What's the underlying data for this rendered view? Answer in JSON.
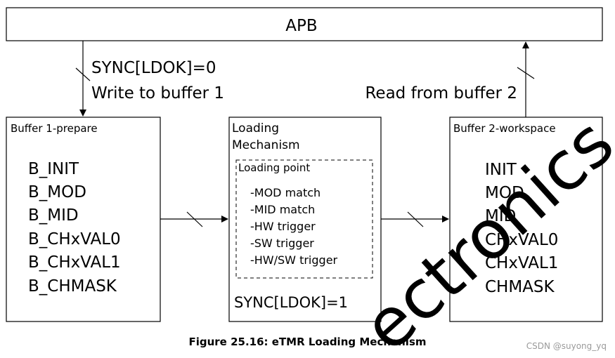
{
  "apb_label": "APB",
  "left_arrow": {
    "line1": "SYNC[LDOK]=0",
    "line2": "Write to buffer 1"
  },
  "right_arrow": {
    "label": "Read from buffer 2"
  },
  "buffer1": {
    "title": "Buffer 1-prepare",
    "registers": [
      "B_INIT",
      "B_MOD",
      "B_MID",
      "B_CHxVAL0",
      "B_CHxVAL1",
      "B_CHMASK"
    ]
  },
  "loading": {
    "title_line1": "Loading",
    "title_line2": "Mechanism",
    "point_title": "Loading point",
    "items": [
      "-MOD match",
      "-MID match",
      "-HW trigger",
      "-SW trigger",
      "-HW/SW trigger"
    ],
    "sync_label": "SYNC[LDOK]=1"
  },
  "buffer2": {
    "title": "Buffer 2-workspace",
    "registers": [
      "INIT",
      "MOD",
      "MID",
      "CHxVAL0",
      "CHxVAL1",
      "CHMASK"
    ]
  },
  "watermark": "ectronics",
  "caption": "Figure 25.16:  eTMR Loading Mechanism",
  "credit": "CSDN @suyong_yq",
  "colors": {
    "line": "#000000",
    "background": "#ffffff",
    "watermark": "#e4e4e4",
    "credit": "#9a9a9a"
  }
}
